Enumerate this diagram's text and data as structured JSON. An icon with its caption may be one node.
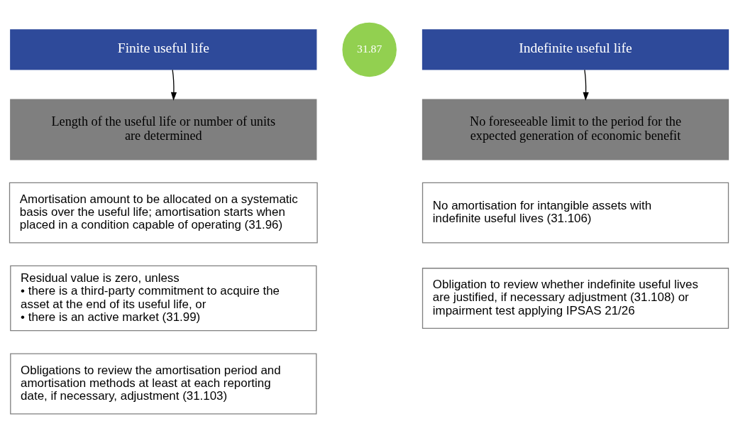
{
  "diagram": {
    "nodes": [
      {
        "text": [
          "Finite useful life"
        ]
      },
      {
        "text": [
          "31.87"
        ]
      },
      {
        "text": [
          "Indefinite useful life"
        ]
      },
      {
        "text": [
          "Length of the useful life or number of units are determined"
        ]
      },
      {
        "text": [
          "No foreseeable limit to the period for the expected generation of economic benefit"
        ]
      },
      {
        "text": [
          "Amortisation amount to be allocated on a systematic basis over the useful life; amortisation starts when placed in a condition capable of operating (31.96)"
        ]
      },
      {
        "text": [
          "Residual value is zero, unless",
          "• there is a third-party commitment to acquire the asset at the end of its useful life, or",
          "• there is an active market (31.99)"
        ]
      },
      {
        "text": [
          "Obligations to review the amortisation period and amortisation methods at least at each reporting date, if necessary, adjustment (31.103)"
        ]
      },
      {
        "text": [
          "No amortisation for intangible assets with indefinite useful lives (31.106)"
        ]
      },
      {
        "text": [
          "Obligation to review whether indefinite useful lives are justified, if necessary adjustment (31.108) or impairment test applying IPSAS 21/26"
        ]
      }
    ],
    "edges": [
      {
        "from": 0,
        "to": 3,
        "arrow": "to"
      },
      {
        "from": 2,
        "to": 4,
        "arrow": "to"
      }
    ]
  }
}
